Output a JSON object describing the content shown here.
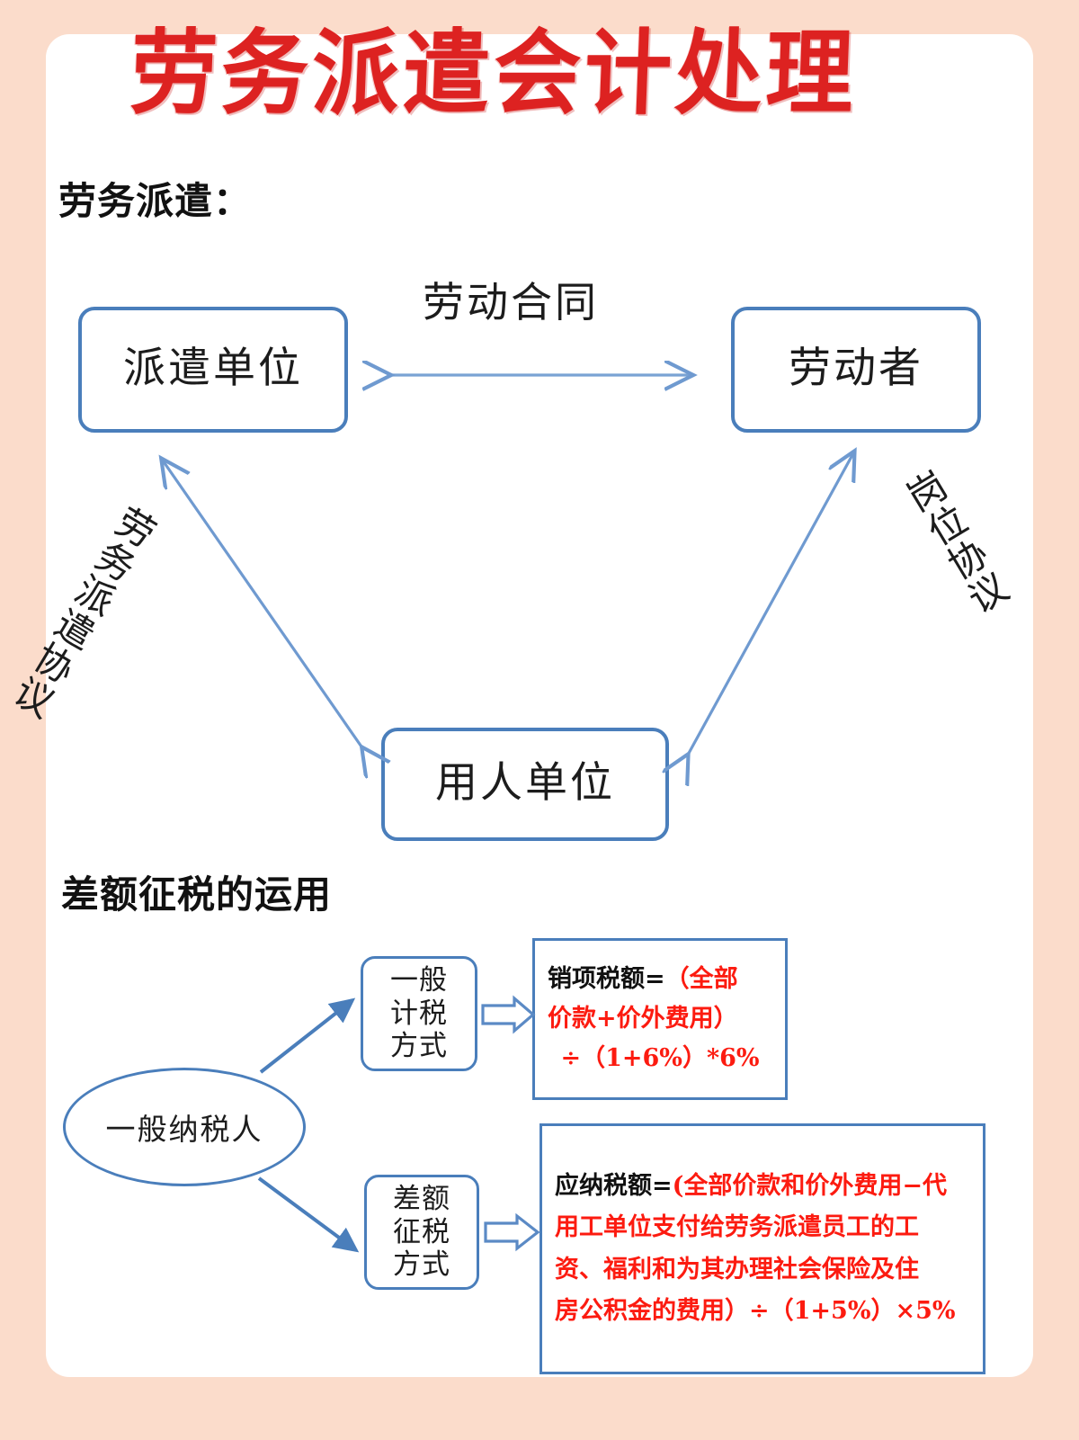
{
  "page": {
    "background_color": "#fbdccb",
    "card_color": "#ffffff",
    "accent_blue": "#4a7ebb",
    "accent_red": "#fc1b10",
    "title_red": "#dd2221"
  },
  "title": "劳务派遣会计处理",
  "sections": {
    "dispatch_heading": "劳务派遣：",
    "diff_heading": "差额征税的运用"
  },
  "triangle_diagram": {
    "nodes": {
      "dispatch_unit": "派遣单位",
      "worker": "劳动者",
      "employer_unit": "用人单位"
    },
    "edges": {
      "labor_contract": "劳动合同",
      "dispatch_agreement": "劳务派遣协议",
      "post_agreement": "岗位协议"
    }
  },
  "tax_flow": {
    "taxpayer": "一般纳税人",
    "methods": {
      "general": "一般计税方式",
      "differential": "差额征税方式"
    },
    "formulas": {
      "general": {
        "label": "销项税额=",
        "line1": "（全部",
        "line2": "价款+价外费用）",
        "line3": "÷（1+6%）*6%"
      },
      "differential": {
        "label": "应纳税额=",
        "line1": "(全部价款和价外费用−代",
        "line2": "用工单位支付给劳务派遣员工的工",
        "line3": "资、福利和为其办理社会保险及住",
        "line4": "房公积金的费用）÷（1+5%）×5%"
      }
    }
  }
}
